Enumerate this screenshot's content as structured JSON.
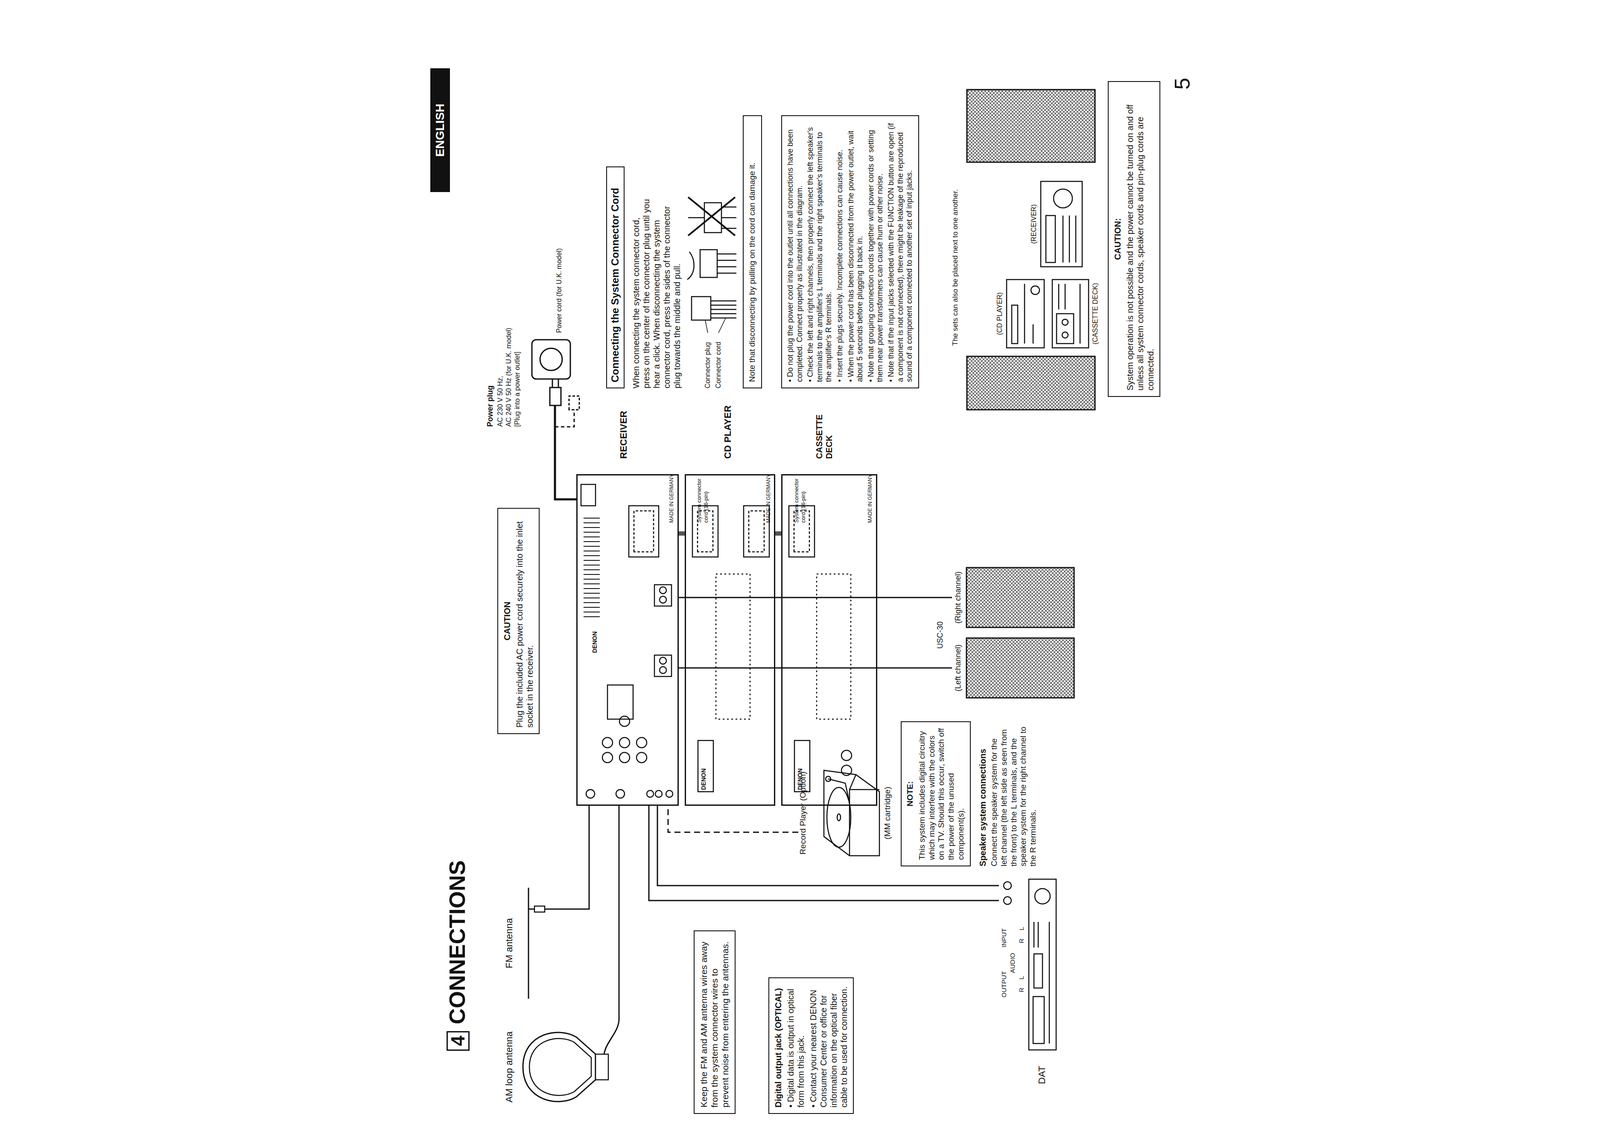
{
  "diagram": {
    "title": "CONNECTIONS",
    "nodes": [
      {
        "text": [
          "FM antenna"
        ]
      },
      {
        "text": [
          "AM loop antenna"
        ]
      },
      {
        "text": [
          "Keep the FM and AM antenna wires away from the system connector wires to prevent noise from entering the antennas."
        ]
      },
      {
        "text": [
          "Digital output jack (OPTICAL)",
          "• Digital data is output in optical form from this jack.",
          "• Contact your nearest DENON Consumer Center or office for information on the optical fiber cable to be used for connection."
        ]
      },
      {
        "text": [
          "Record Player (Option)",
          "(MM cartridge)"
        ]
      },
      {
        "text": [
          "DAT"
        ]
      },
      {
        "text": [
          "NOTE:",
          "This system includes digital circuitry which may interfere with the colors on a TV. Should this occur, switch off the power of the unused component(s)."
        ]
      },
      {
        "text": [
          "(Left channel)"
        ]
      },
      {
        "text": [
          "(Right channel)"
        ]
      },
      {
        "text": [
          "CAUTION",
          "Plug the included AC power cord securely into the inlet socket in the receiver."
        ]
      },
      {
        "text": [
          "RECEIVER"
        ]
      },
      {
        "text": [
          "CD PLAYER"
        ]
      },
      {
        "text": [
          "CASSETTE DECK"
        ]
      },
      {
        "text": [
          "Connecting the System Connector Cord"
        ]
      },
      {
        "text": [
          "Note that disconnecting by pulling on the cord can damage it."
        ]
      },
      {
        "text": [
          "• Do not plug the power cord into the outlet until all connections have been completed. Connect properly as illustrated in the diagram.",
          "• Check the left and right channels, then properly connect the left speaker's terminals to the amplifier's L terminals and the right speaker's terminals to the amplifier's R terminals.",
          "• Insert the plugs securely. Incomplete connections can cause noise.",
          "• When the power cord has been disconnected from the power outlet, wait about 5 seconds before plugging it back in.",
          "• Note that grouping connection cords together with power cords or setting them near power transformers can cause hum or other noise.",
          "• Note that if the input jacks selected with the FUNCTION button are open (if a component is not connected), there might be leakage of the reproduced sound of a component connected to another set of input jacks."
        ]
      },
      {
        "text": [
          "(CD PLAYER)"
        ]
      },
      {
        "text": [
          "(CASSETTE DECK)"
        ]
      },
      {
        "text": [
          "(RECEIVER)"
        ]
      },
      {
        "text": [
          "CAUTION:",
          "System operation is not possible and the power cannot be turned on and off unless all system connector cords, speaker cords and pin-plug cords are connected."
        ]
      }
    ],
    "edges": [
      {
        "from": 0,
        "to": 10,
        "arrow": "none"
      },
      {
        "from": 1,
        "to": 10,
        "arrow": "none"
      },
      {
        "from": 4,
        "to": 10,
        "arrow": "none"
      },
      {
        "from": 5,
        "to": 10,
        "arrow": "none"
      },
      {
        "from": 5,
        "to": 10,
        "arrow": "none"
      },
      {
        "from": 10,
        "to": 7,
        "arrow": "none"
      },
      {
        "from": 10,
        "to": 8,
        "arrow": "none"
      },
      {
        "from": 10,
        "to": 11,
        "arrow": "none"
      },
      {
        "from": 11,
        "to": 12,
        "arrow": "none"
      }
    ],
    "labels": [
      "4",
      "ENGLISH",
      "5",
      "Power plug",
      "AC 230 V 50 Hz,",
      "AC 240 V 50 Hz (for U.K. model)",
      "[Plug into a power outlet]",
      "Power cord (for U.K. model)",
      "When connecting the system connector cord, press on the center of the connector plug until you hear a click. When disconnecting the system connector cord, press the sides of the connector plug towards the middle and pull.",
      "Connector plug",
      "Connector cord",
      "The sets can also be placed next to one another.",
      "Speaker system connections",
      "Connect the speaker system for the left channel (the left side as seen from the front) to the L terminals, and the speaker system for the right channel to the R terminals.",
      "USC-30",
      "OUTPUT",
      "INPUT",
      "AUDIO",
      "R",
      "L",
      "R",
      "L",
      "DENON",
      "DENON",
      "DENON",
      "System connector cord (16-pin)",
      "System connector cord (16-pin)",
      "MADE IN GERMANY",
      "MADE IN GERMANY",
      "MADE IN GERMANY"
    ]
  }
}
